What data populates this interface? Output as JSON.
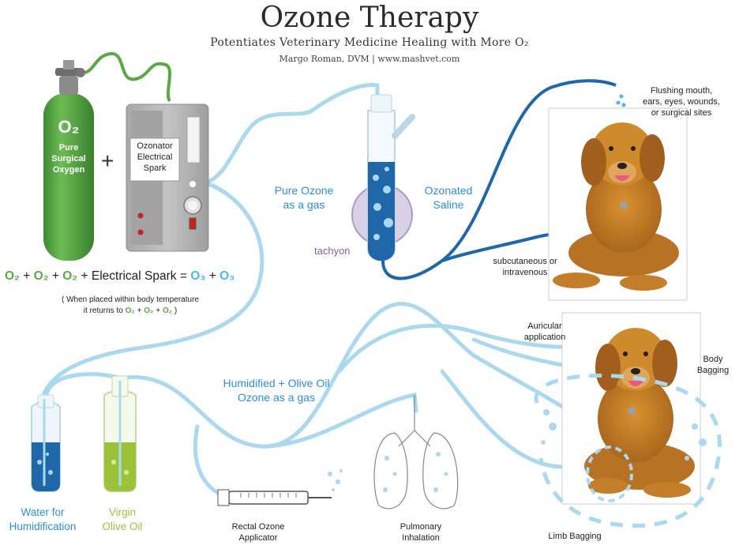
{
  "header": {
    "title": "Ozone Therapy",
    "subtitle": "Potentiates Veterinary Medicine Healing with More O₂",
    "byline": "Margo Roman, DVM  |  www.mashvet.com"
  },
  "oxygen_tank": {
    "formula": "O₂",
    "line1": "Pure",
    "line2": "Surgical",
    "line3": "Oxygen"
  },
  "plus_sign": "+",
  "ozonator": {
    "line1": "Ozonator",
    "line2": "Electrical",
    "line3": "Spark"
  },
  "equation": {
    "o2_a": "O₂",
    "plus1": " + ",
    "o2_b": "O₂",
    "plus2": " + ",
    "o2_c": "O₂",
    "middle": " + Electrical Spark = ",
    "o3_a": "O₃",
    "plus3": " + ",
    "o3_b": "O₃"
  },
  "note": {
    "line1": "( When placed within body temperature",
    "line2_prefix": "it returns to ",
    "o2_a": "O₂",
    "plus1": " + ",
    "o2_b": "O₂",
    "plus2": " + ",
    "o2_c": "O₂",
    "suffix": " )"
  },
  "labels": {
    "pure_ozone_1": "Pure Ozone",
    "pure_ozone_2": "as a gas",
    "tachyon": "tachyon",
    "ozonated_1": "Ozonated",
    "ozonated_2": "Saline",
    "flushing_1": "Flushing mouth,",
    "flushing_2": "ears, eyes, wounds,",
    "flushing_3": "or surgical sites",
    "subq_1": "subcutaneous or",
    "subq_2": "intravenous",
    "humidified_1": "Humidified + Olive Oil",
    "humidified_2": "Ozone as a gas",
    "auricular_1": "Auricular",
    "auricular_2": "application",
    "body_1": "Body",
    "body_2": "Bagging",
    "water_1": "Water for",
    "water_2": "Humidification",
    "olive_1": "Virgin",
    "olive_2": "Olive Oil",
    "rectal_1": "Rectal Ozone",
    "rectal_2": "Applicator",
    "pulmonary_1": "Pulmonary",
    "pulmonary_2": "Inhalation",
    "limb": "Limb Bagging"
  },
  "colors": {
    "tube": "#a9d8ef",
    "dark_tube": "#1f67a8",
    "tank_green": "#5aa844",
    "ozone_blue": "#4ab8e8",
    "olive_green": "#9cc23a",
    "water_blue": "#1f67a8",
    "tachyon_purple": "#8a5fa8",
    "ozonator_gray": "#b9b9b9"
  }
}
